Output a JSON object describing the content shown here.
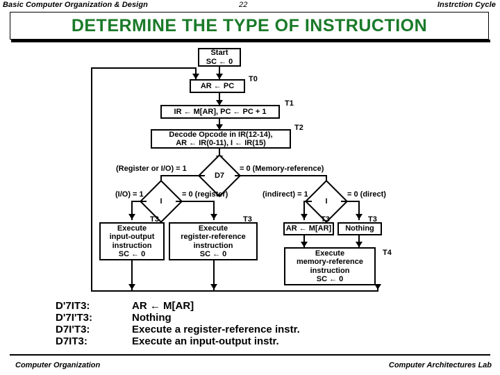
{
  "header": {
    "left": "Basic Computer Organization & Design",
    "page": "22",
    "right": "Instrction Cycle"
  },
  "title": "DETERMINE  THE  TYPE  OF  INSTRUCTION",
  "title_color": "#1a7a29",
  "footer": {
    "left": "Computer Organization",
    "right": "Computer Architectures Lab"
  },
  "flowchart": {
    "start_box": {
      "line1": "Start",
      "line2": "SC ← 0"
    },
    "fetch_box": {
      "line1": "AR ←  PC"
    },
    "fetch_tick": "T0",
    "decode_fetch_box": {
      "line1": "IR ←  M[AR],  PC ← PC + 1"
    },
    "decode_fetch_tick": "T1",
    "decode_box": {
      "line1": "Decode Opcode in IR(12-14),",
      "line2": "AR ← IR(0-11),   I ← IR(15)"
    },
    "decode_tick": "T2",
    "d7_diamond": "D7",
    "d7_left_label": "(Register or I/O) = 1",
    "d7_right_label": "= 0 (Memory-reference)",
    "left_i_diamond": "I",
    "left_i_label_1": "(I/O) = 1",
    "left_i_label_0": "= 0 (register)",
    "right_i_diamond": "I",
    "right_i_label_1": "(indirect) = 1",
    "right_i_label_0": "= 0 (direct)",
    "io_box": {
      "line1": "Execute",
      "line2": "input-output",
      "line3": "instruction",
      "line4": "SC ←  0"
    },
    "io_tick": "T3",
    "reg_box": {
      "line1": "Execute",
      "line2": "register-reference",
      "line3": "instruction",
      "line4": "SC ←  0"
    },
    "reg_tick": "T3",
    "indirect_box": {
      "line1": "AR ← M[AR]"
    },
    "indirect_tick": "T3",
    "nothing_box": {
      "line1": "Nothing"
    },
    "nothing_tick": "T3",
    "memref_box": {
      "line1": "Execute",
      "line2": "memory-reference",
      "line3": "instruction",
      "line4": "SC ←  0"
    },
    "memref_tick": "T4"
  },
  "equations": [
    {
      "key_d": "D",
      "key_dp": "'",
      "key_dsub": "7",
      "key_i": "I",
      "key_ip": "",
      "key_t": "T",
      "key_tsub": "3",
      "key": "D'₃7IT₃3:",
      "value": "AR ← M[AR]"
    },
    {
      "key": "D'₃7I'T₃3:",
      "value": "Nothing"
    },
    {
      "key": "D₃7I'T₃3:",
      "value": "Execute a register-reference instr."
    },
    {
      "key": "D₃7IT₃3:",
      "value": "Execute an input-output instr."
    }
  ],
  "equations_plain": [
    {
      "key": "D'7IT3:",
      "value": "AR ← M[AR]"
    },
    {
      "key": "D'7I'T3:",
      "value": "Nothing"
    },
    {
      "key": "D7I'T3:",
      "value": "Execute a register-reference instr."
    },
    {
      "key": "D7IT3:",
      "value": "Execute an input-output instr."
    }
  ]
}
